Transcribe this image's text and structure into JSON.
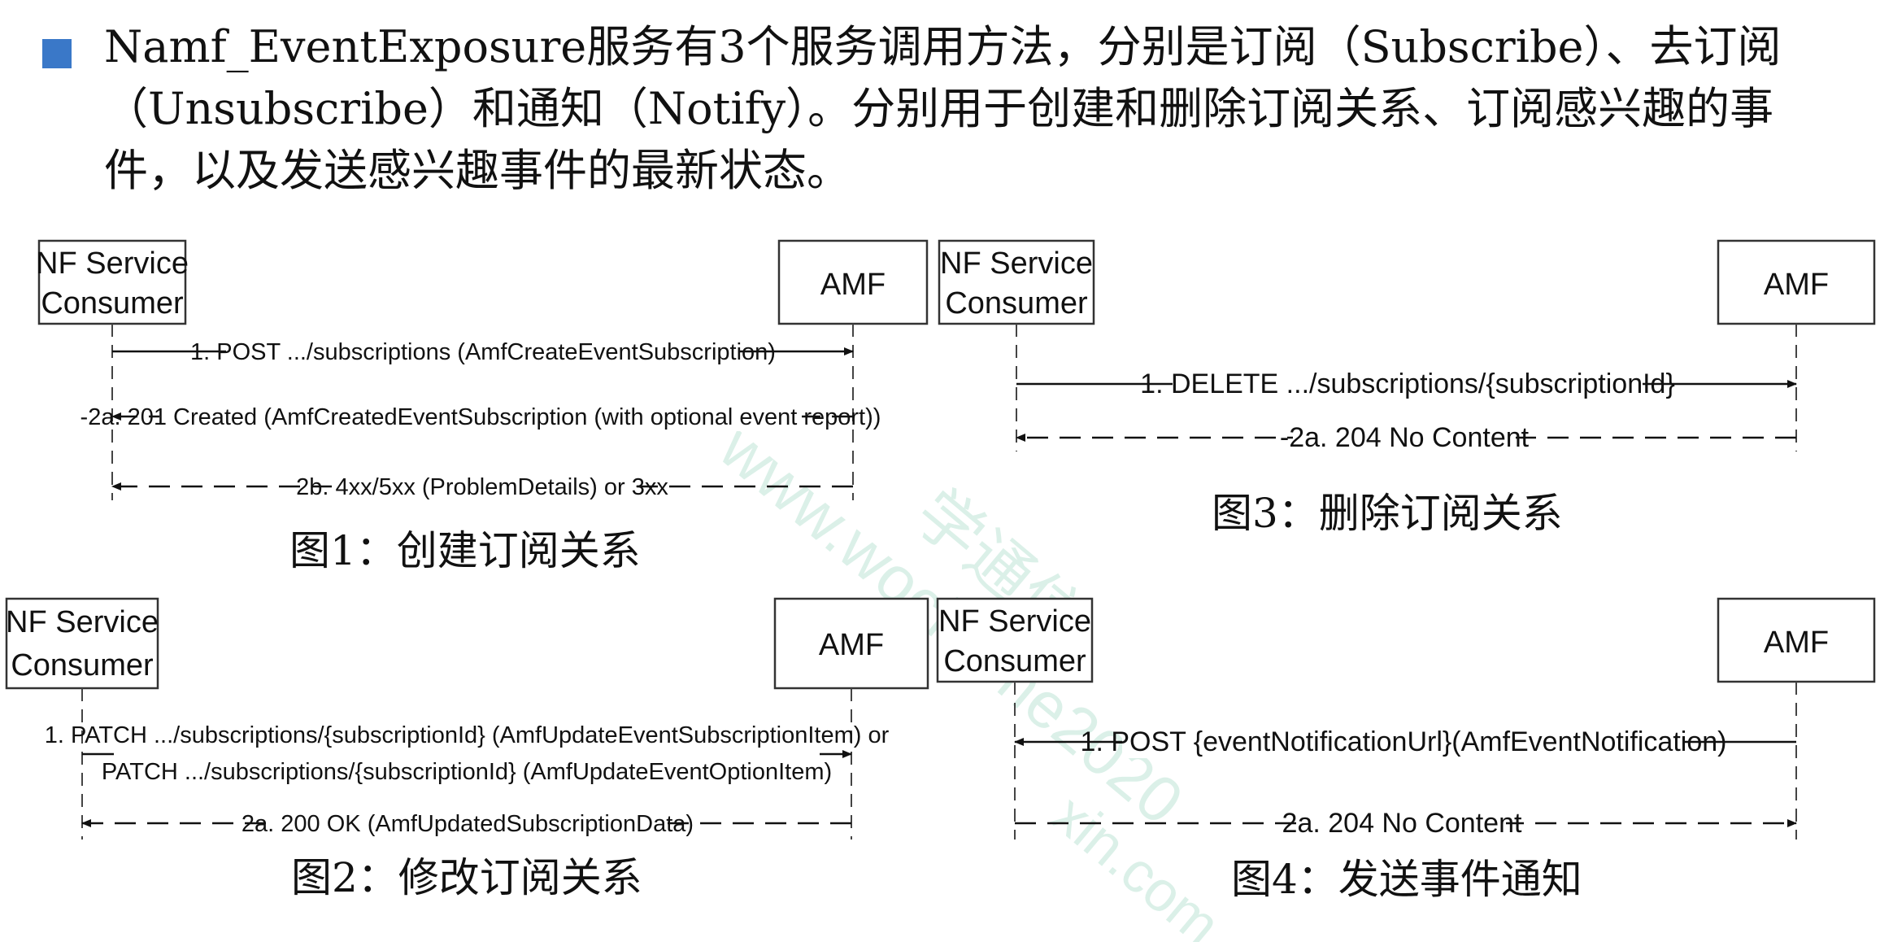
{
  "intro_text": "Namf_EventExposure服务有3个服务调用方法，分别是订阅（Subscribe）、去订阅（Unsubscribe）和通知（Notify）。分别用于创建和删除订阅关系、订阅感兴趣的事件，以及发送感兴趣事件的最新状态。",
  "actors": {
    "consumer_line1": "NF Service",
    "consumer_line2": "Consumer",
    "amf": "AMF"
  },
  "fig1": {
    "caption": "图1：创建订阅关系",
    "msg1": "1. POST .../subscriptions (AmfCreateEventSubscription)",
    "msg2a": "-2a. 201 Created (AmfCreatedEventSubscription (with optional event report))",
    "msg2b": "2b. 4xx/5xx (ProblemDetails) or 3xx"
  },
  "fig2": {
    "caption": "图2：修改订阅关系",
    "msg1_line1": "1. PATCH .../subscriptions/{subscriptionId} (AmfUpdateEventSubscriptionItem) or",
    "msg1_line2": "PATCH .../subscriptions/{subscriptionId} (AmfUpdateEventOptionItem)",
    "msg2a": "2a. 200 OK (AmfUpdatedSubscriptionData)"
  },
  "fig3": {
    "caption": "图3：删除订阅关系",
    "msg1": "1. DELETE .../subscriptions/{subscriptionId}",
    "msg2a": "-2a. 204 No Content"
  },
  "fig4": {
    "caption": "图4：发送事件通知",
    "msg1": "1. POST {eventNotificationUrl}(AmfEventNotification)",
    "msg2a": "2a. 204 No Content"
  },
  "watermark": {
    "line1": "www.wochome2020",
    "line2": "学通信",
    "line3": "xin.com"
  },
  "colors": {
    "bullet": "#3a78c8",
    "watermark": "#9bd6c0"
  }
}
